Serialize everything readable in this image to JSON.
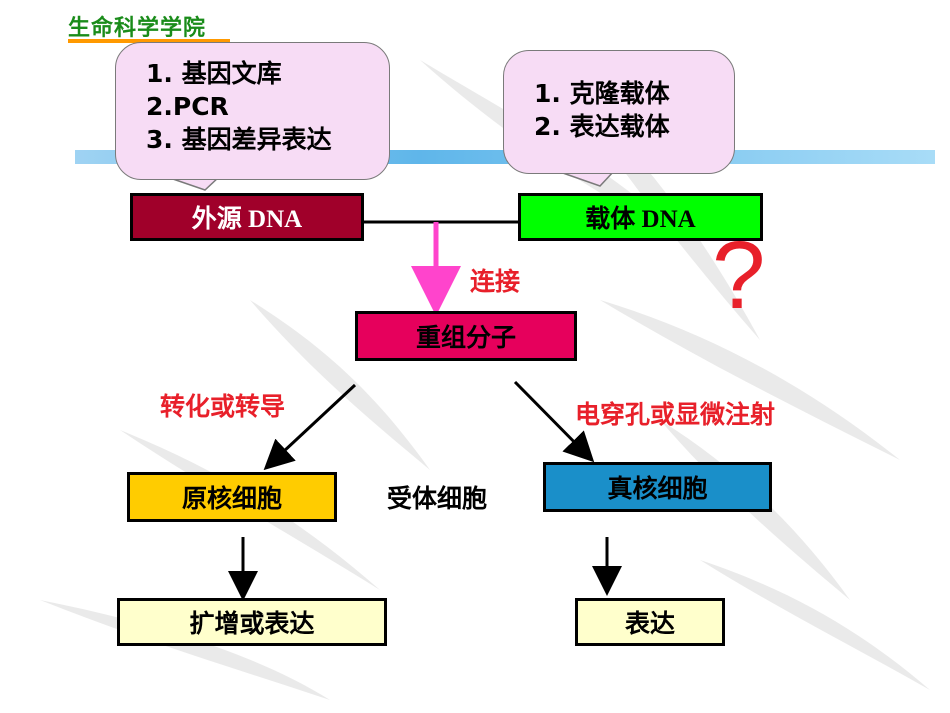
{
  "header": {
    "title": "生命科学学院"
  },
  "bubbles": {
    "left": [
      "1. 基因文库",
      "2.PCR",
      "3. 基因差异表达"
    ],
    "right": [
      "1. 克隆载体",
      "2. 表达载体"
    ]
  },
  "boxes": {
    "foreign_dna": "外源 DNA",
    "vector_dna": "载体 DNA",
    "recombinant": "重组分子",
    "prokaryote": "原核细胞",
    "eukaryote": "真核细胞",
    "amplify_express": "扩增或表达",
    "express": "表达"
  },
  "labels": {
    "ligation": "连接",
    "transform": "转化或转导",
    "electro": "电穿孔或显微注射",
    "receptor": "受体细胞",
    "question": "?"
  },
  "colors": {
    "foreign_dna": "#a0002a",
    "vector_dna": "#00ff00",
    "recombinant": "#e6005c",
    "prokaryote": "#ffcc00",
    "eukaryote": "#1a8fc9",
    "result": "#ffffcc",
    "red_text": "#e8202a",
    "header": "#1a8c1a"
  }
}
